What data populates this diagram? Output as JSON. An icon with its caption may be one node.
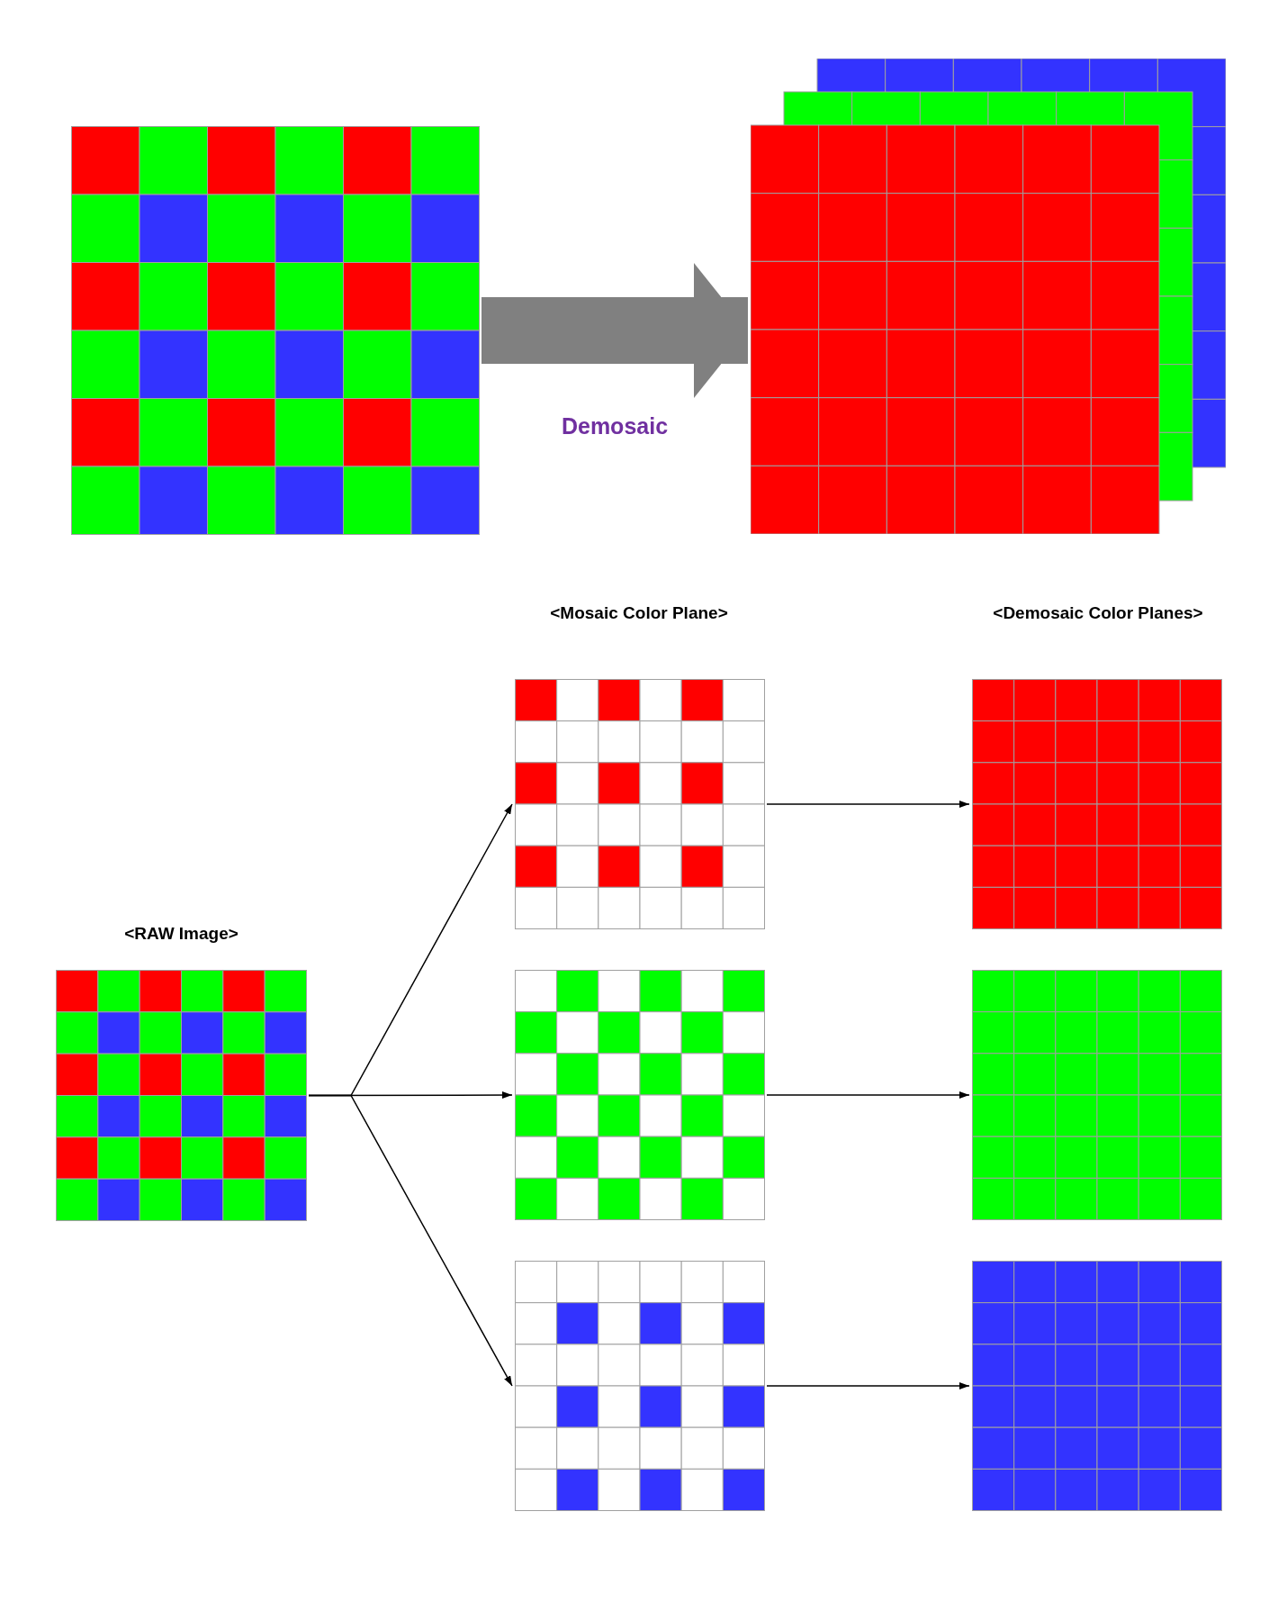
{
  "diagram": {
    "nodes": [
      {
        "text": [],
        "shape": "grid"
      },
      {
        "text": [],
        "shape": "grid"
      },
      {
        "text": [
          "<RAW Image>"
        ]
      },
      {
        "text": [],
        "shape": "grid"
      },
      {
        "text": [],
        "shape": "grid"
      },
      {
        "text": [],
        "shape": "grid"
      },
      {
        "text": [],
        "shape": "grid"
      },
      {
        "text": [],
        "shape": "grid"
      },
      {
        "text": [],
        "shape": "grid"
      }
    ],
    "edges": [
      {
        "from": 0,
        "to": 1,
        "arrow": "to",
        "label": "Demosaic",
        "style": "thick",
        "color": "#808080"
      },
      {
        "from": 2,
        "to": 3,
        "arrow": "to"
      },
      {
        "from": 2,
        "to": 4,
        "arrow": "to"
      },
      {
        "from": 2,
        "to": 5,
        "arrow": "to"
      },
      {
        "from": 3,
        "to": 6,
        "arrow": "to"
      },
      {
        "from": 4,
        "to": 7,
        "arrow": "to"
      },
      {
        "from": 5,
        "to": 8,
        "arrow": "to"
      }
    ],
    "labels": [
      "<Mosaic Color Plane>",
      "<Demosaic Color Planes>"
    ]
  }
}
